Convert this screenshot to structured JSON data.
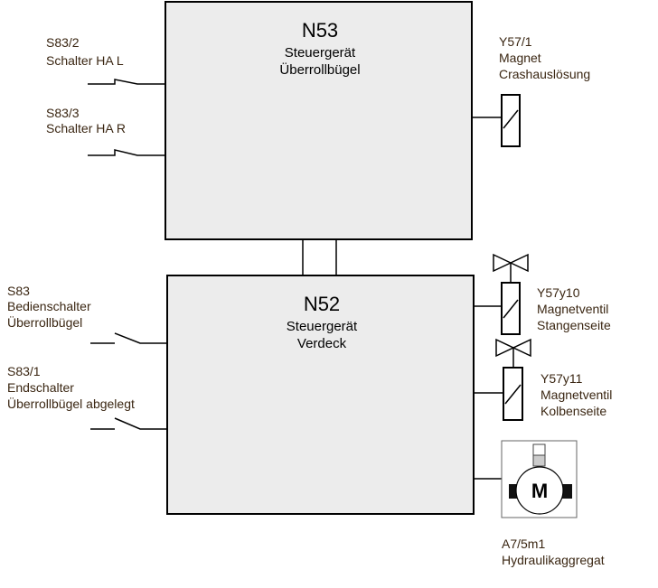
{
  "units": {
    "n53": {
      "id": "N53",
      "line1": "Steuergerät",
      "line2": "Überrollbügel"
    },
    "n52": {
      "id": "N52",
      "line1": "Steuergerät",
      "line2": "Verdeck"
    }
  },
  "switches": {
    "s83_2": {
      "id": "S83/2",
      "name": "Schalter HA L"
    },
    "s83_3": {
      "id": "S83/3",
      "name": "Schalter HA R"
    },
    "s83": {
      "id": "S83",
      "name": "Bedienschalter",
      "name2": "Überrollbügel"
    },
    "s83_1": {
      "id": "S83/1",
      "name": "Endschalter",
      "name2": "Überrollbügel abgelegt"
    }
  },
  "actuators": {
    "y57_1": {
      "id": "Y57/1",
      "name": "Magnet",
      "name2": "Crashauslösung"
    },
    "y57y10": {
      "id": "Y57y10",
      "name": "Magnetventil",
      "name2": "Stangenseite"
    },
    "y57y11": {
      "id": "Y57y11",
      "name": "Magnetventil",
      "name2": "Kolbenseite"
    },
    "a7_5m1": {
      "id": "A7/5m1",
      "name": "Hydraulikaggregat",
      "motor_symbol": "M"
    }
  }
}
